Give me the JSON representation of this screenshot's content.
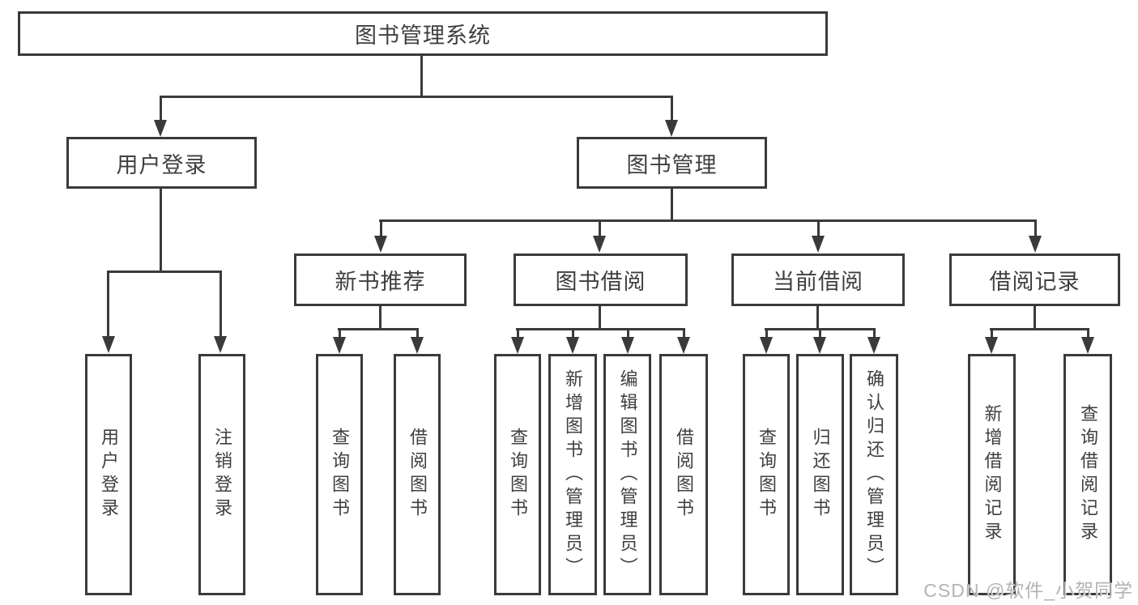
{
  "diagram": {
    "title": "图书管理系统",
    "type": "function-structure-tree",
    "colors": {
      "line": "#3a3a3a",
      "text": "#3f3f3f",
      "watermark_gray": "#b3b3b3",
      "background": "#ffffff"
    },
    "tree": {
      "label": "图书管理系统",
      "children": [
        {
          "label": "用户登录",
          "children": [
            {
              "label": "用户登录"
            },
            {
              "label": "注销登录"
            }
          ]
        },
        {
          "label": "图书管理",
          "children": [
            {
              "label": "新书推荐",
              "children": [
                {
                  "label": "查询图书"
                },
                {
                  "label": "借阅图书"
                }
              ]
            },
            {
              "label": "图书借阅",
              "children": [
                {
                  "label": "查询图书"
                },
                {
                  "label": "新增图书（管理员）"
                },
                {
                  "label": "编辑图书（管理员）"
                },
                {
                  "label": "借阅图书"
                }
              ]
            },
            {
              "label": "当前借阅",
              "children": [
                {
                  "label": "查询图书"
                },
                {
                  "label": "归还图书"
                },
                {
                  "label": "确认归还（管理员）"
                }
              ]
            },
            {
              "label": "借阅记录",
              "children": [
                {
                  "label": "新增借阅记录"
                },
                {
                  "label": "查询借阅记录"
                }
              ]
            }
          ]
        }
      ]
    },
    "watermark": "CSDN @软件_小贺同学"
  }
}
